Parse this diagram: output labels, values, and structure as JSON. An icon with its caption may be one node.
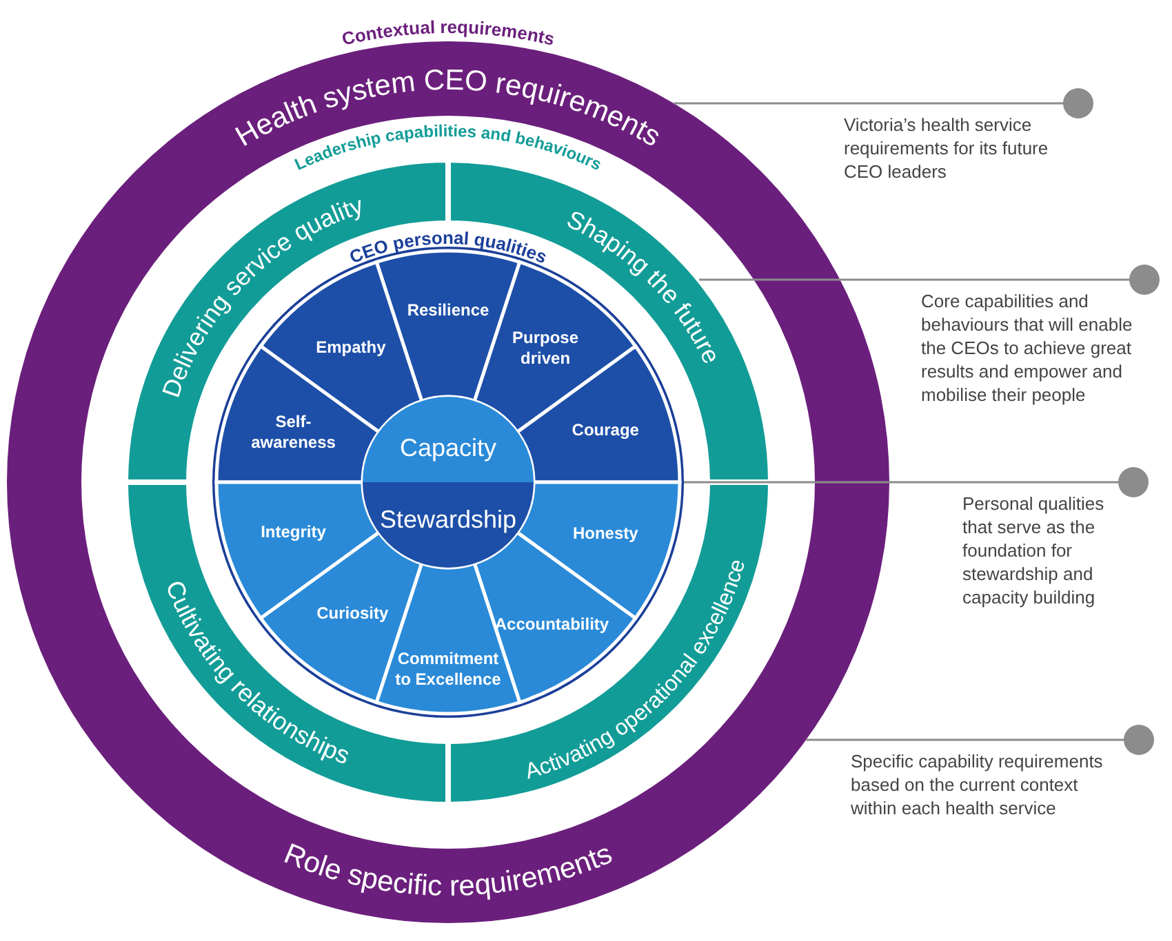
{
  "diagram": {
    "nodes": [
      {
        "text": [
          "Contextual requirements",
          "Health system CEO requirements",
          "Role specific requirements"
        ]
      },
      {
        "text": [
          "Leadership capabilities and behaviours"
        ],
        "in": 0
      },
      {
        "text": [
          "Delivering service quality"
        ],
        "in": 1
      },
      {
        "text": [
          "Shaping the future"
        ],
        "in": 1
      },
      {
        "text": [
          "Cultivating relationships"
        ],
        "in": 1
      },
      {
        "text": [
          "Activating operational excellence"
        ],
        "in": 1
      },
      {
        "text": [
          "CEO personal qualities"
        ],
        "in": 1
      },
      {
        "text": [
          "Resilience"
        ],
        "in": 6
      },
      {
        "text": [
          "Empathy"
        ],
        "in": 6
      },
      {
        "text": [
          "Purpose driven"
        ],
        "in": 6
      },
      {
        "text": [
          "Self-awareness"
        ],
        "in": 6
      },
      {
        "text": [
          "Courage"
        ],
        "in": 6
      },
      {
        "text": [
          "Integrity"
        ],
        "in": 6
      },
      {
        "text": [
          "Honesty"
        ],
        "in": 6
      },
      {
        "text": [
          "Curiosity"
        ],
        "in": 6
      },
      {
        "text": [
          "Accountability"
        ],
        "in": 6
      },
      {
        "text": [
          "Commitment to Excellence"
        ],
        "in": 6
      },
      {
        "text": [
          "Capacity"
        ],
        "in": 6
      },
      {
        "text": [
          "Stewardship"
        ],
        "in": 6
      },
      {
        "text": [
          "Victoria’s health service requirements for its future CEO leaders"
        ]
      },
      {
        "text": [
          "Core capabilities and behaviours that will enable the CEOs to achieve great results and empower and mobilise their people"
        ]
      },
      {
        "text": [
          "Personal qualities that serve as the foundation for stewardship and capacity building"
        ]
      },
      {
        "text": [
          "Specific capability requirements based on the current context within each health service"
        ]
      }
    ],
    "edges": [
      {
        "from": 19,
        "to": 0,
        "arrow": "other"
      },
      {
        "from": 20,
        "to": 1,
        "arrow": "other"
      },
      {
        "from": 21,
        "to": 6,
        "arrow": "other"
      },
      {
        "from": 22,
        "to": 0,
        "arrow": "other"
      }
    ]
  }
}
